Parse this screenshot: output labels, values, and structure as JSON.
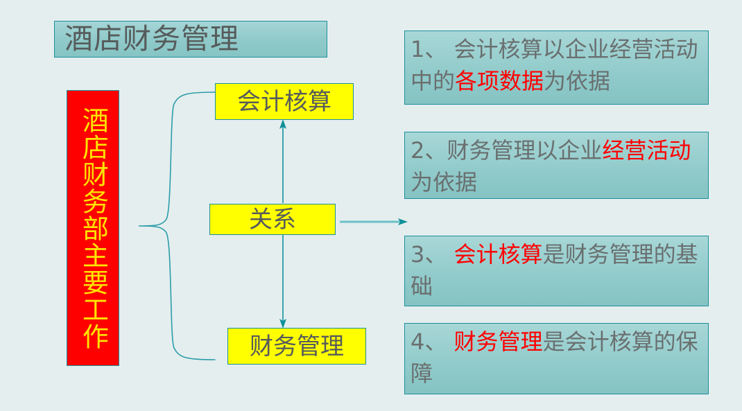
{
  "background_color": "#e4eeee",
  "palette": {
    "teal_border": "#1a8f9c",
    "teal_box_light": "#a8d7d7",
    "teal_box_dark": "#85c3c3",
    "yellow_box": "#ffff00",
    "red_box": "#fe0000",
    "red_text": "#fe0000",
    "yellow_text": "#ffe400",
    "gray_text": "#6a6f6f",
    "connector_line": "#2a9ca8"
  },
  "title": {
    "text": "酒店财务管理"
  },
  "spine": {
    "label": "酒店财务部主要工作"
  },
  "nodes": {
    "accounting": "会计核算",
    "relation": "关系",
    "finance": "财务管理"
  },
  "points": [
    {
      "number": "1、",
      "segments": [
        {
          "text": " 会计核算以企业经营活动中的",
          "highlight": false
        },
        {
          "text": "各项数据",
          "highlight": true
        },
        {
          "text": "为依据",
          "highlight": false
        }
      ],
      "plain": "1、 会计核算以企业经营活动中的各项数据为依据"
    },
    {
      "number": "2、",
      "segments": [
        {
          "text": "财务管理以企业",
          "highlight": false
        },
        {
          "text": "经营活动",
          "highlight": true
        },
        {
          "text": "为依据",
          "highlight": false
        }
      ],
      "plain": "2、财务管理以企业经营活动为依据"
    },
    {
      "number": "3、",
      "segments": [
        {
          "text": " ",
          "highlight": false
        },
        {
          "text": "会计核算",
          "highlight": true
        },
        {
          "text": "是财务管理的基础",
          "highlight": false
        }
      ],
      "plain": "3、 会计核算是财务管理的基础"
    },
    {
      "number": "4、",
      "segments": [
        {
          "text": " ",
          "highlight": false
        },
        {
          "text": "财务管理",
          "highlight": true
        },
        {
          "text": "是会计核算的保障",
          "highlight": false
        }
      ],
      "plain": "4、 财务管理是会计核算的保障"
    }
  ],
  "connectors": {
    "brace": "left-curly-brace",
    "arrow_up": "relation-to-accounting",
    "arrow_down": "relation-to-finance",
    "arrow_right": "relation-to-points"
  }
}
